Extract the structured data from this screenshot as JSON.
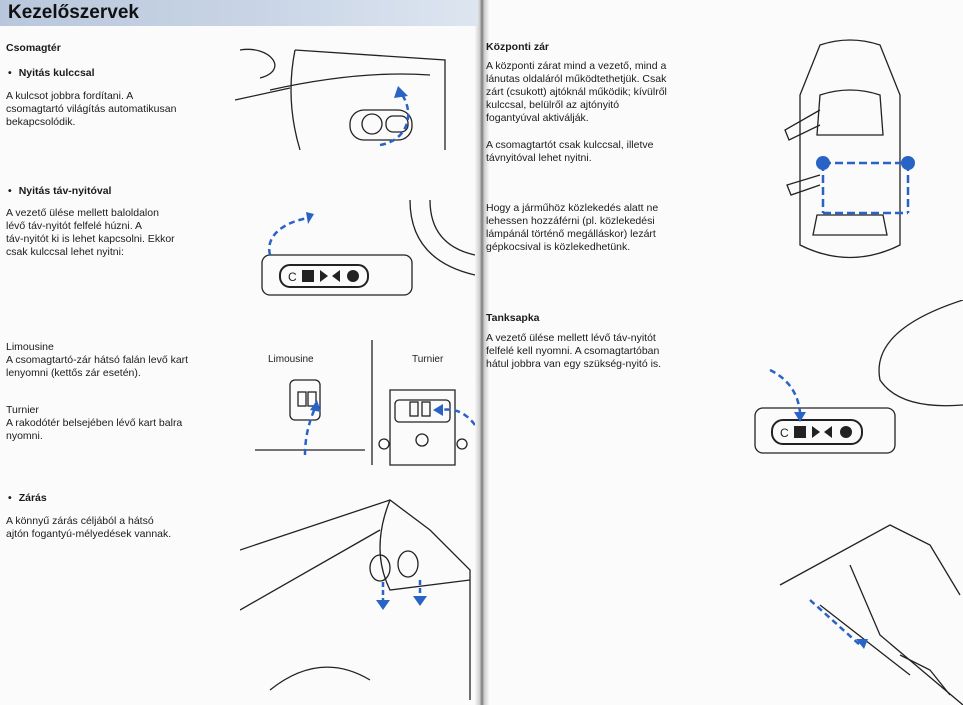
{
  "header": {
    "title": "Kezelőszervek"
  },
  "left": {
    "section_title": "Csomagtér",
    "key_open": {
      "heading": "Nyitás kulccsal",
      "lines": [
        "A kulcsot jobbra fordítani. A",
        "csomagtartó világítás automatikusan",
        "bekapcsolódik."
      ]
    },
    "remote_open": {
      "heading": "Nyitás táv-nyitóval",
      "lines": [
        "A vezető ülése mellett baloldalon",
        "lévő táv-nyitót felfelé húzni. A",
        "táv-nyitót ki is lehet kapcsolni. Ekkor",
        "csak kulccsal lehet nyitni:"
      ]
    },
    "limousine": {
      "heading": "Limousine",
      "lines": [
        "A csomagtartó-zár hátsó falán levő kart",
        "lenyomni (kettős zár esetén)."
      ]
    },
    "turnier": {
      "heading": "Turnier",
      "lines": [
        "A rakodótér belsejében lévő kart balra",
        "nyomni."
      ]
    },
    "close": {
      "heading": "Zárás",
      "lines": [
        "A könnyű zárás céljából a hátsó",
        "ajtón fogantyú-mélyedések vannak."
      ]
    },
    "figure_labels": {
      "limousine": "Limousine",
      "turnier": "Turnier"
    }
  },
  "right": {
    "central_lock": {
      "heading": "Központi zár",
      "lines": [
        "A központi zárat mind a vezető, mind a",
        "lánutas oldaláról működtethetjük. Csak",
        "zárt (csukott) ajtóknál működik; kívülről",
        "kulccsal, belülről az ajtónyitó",
        "fogantyúval aktiválják."
      ],
      "lines2": [
        "A csomagtartót csak kulccsal, illetve",
        "távnyitóval lehet nyitni."
      ],
      "lines3": [
        "Hogy a járműhöz közlekedés alatt ne",
        "lehessen hozzáférni (pl. közlekedési",
        "lámpánál történő megálláskor) lezárt",
        "gépkocsival is közlekedhetünk."
      ]
    },
    "fuel_cap": {
      "heading": "Tanksapka",
      "lines": [
        "A vezető ülése mellett lévő táv-nyitót",
        "felfelé kell nyomni. A csomagtartóban",
        "hátul jobbra van egy szükség-nyitó is."
      ]
    }
  },
  "colors": {
    "accent_arrow": "#2a63c6",
    "header_bar": "#c2cfe2",
    "ink": "#1b1b1b"
  },
  "icons": [
    "key-icon",
    "fuel-pump-icon",
    "trunk-icon",
    "car-topview"
  ]
}
